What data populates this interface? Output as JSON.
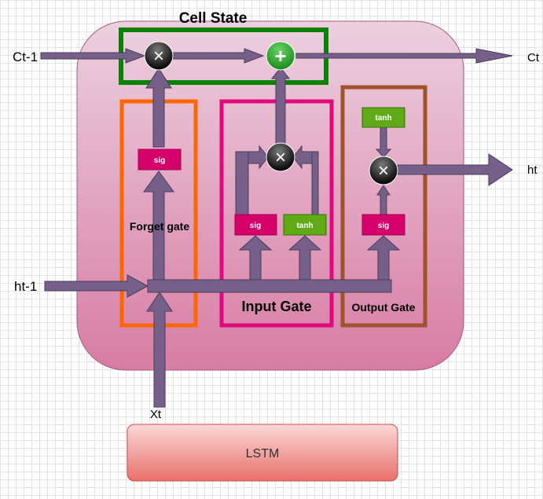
{
  "title": "Cell State",
  "inputs": {
    "c_prev": "Ct-1",
    "h_prev": "ht-1",
    "x": "Xt"
  },
  "outputs": {
    "c_next": "Ct",
    "h_next": "ht"
  },
  "gates": {
    "forget": {
      "label": "Forget gate",
      "activation": "sig"
    },
    "input": {
      "label": "Input Gate",
      "activation_1": "sig",
      "activation_2": "tanh"
    },
    "output": {
      "label": "Output Gate",
      "activation": "sig",
      "cell_activation": "tanh"
    }
  },
  "operators": {
    "multiply": "×",
    "add": "+"
  },
  "caption": "LSTM",
  "colors": {
    "cell_fill_top": "#e8c6d8",
    "cell_fill_bottom": "#d87ca4",
    "cell_state_border": "#078207",
    "forget_border": "#ff6600",
    "input_border": "#e0087a",
    "output_border": "#a0522d",
    "arrow": "#76608a",
    "sig_fill": "#d5006a",
    "tanh_fill": "#60a917",
    "add_fill": "#2ca02c",
    "caption_fill_top": "#f8cecc",
    "caption_fill_bottom": "#ea6b66"
  }
}
